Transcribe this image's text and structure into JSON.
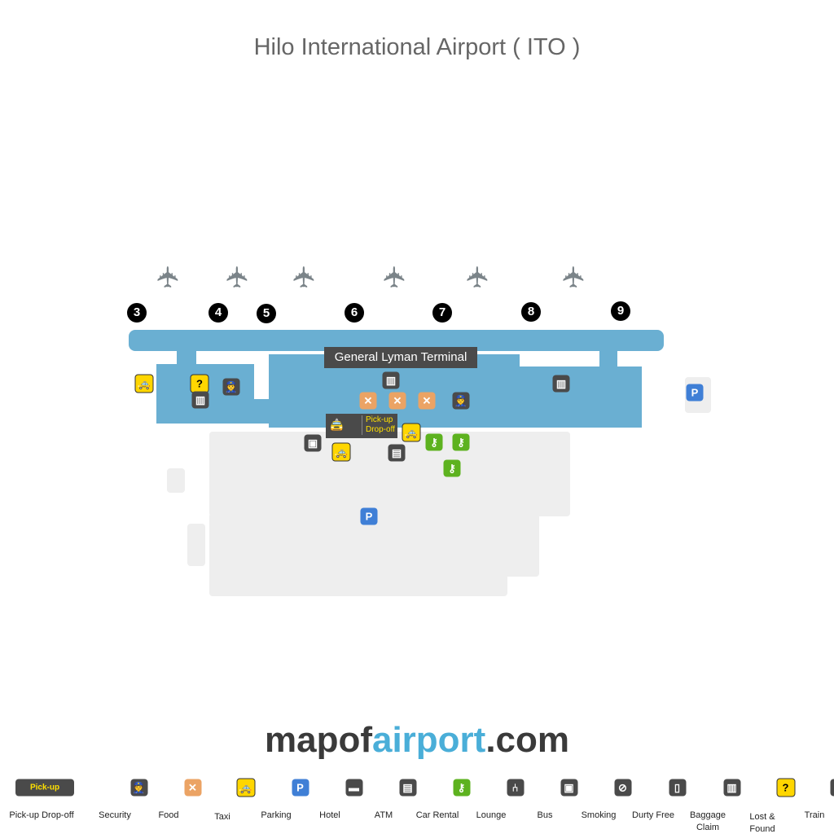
{
  "title": "Hilo International Airport ( ITO )",
  "terminal_label": "General Lyman Terminal",
  "gates": [
    "3",
    "4",
    "5",
    "6",
    "7",
    "8",
    "9"
  ],
  "pickup": {
    "line1": "Pick-up",
    "line2": "Drop-off"
  },
  "logo": {
    "part1": "mapof",
    "part2": "airport",
    "part3": ".com"
  },
  "colors": {
    "terminal": "#6aafd2",
    "lot": "#eeeeee",
    "food": "#eba364",
    "taxi": "#ffd600",
    "parking": "#3f7fd6",
    "car_rental": "#5db21f",
    "logo_accent": "#4aaed8"
  },
  "legend": [
    {
      "label": "Pick-up Drop-off",
      "icon": "pickup-dropoff-icon"
    },
    {
      "label": "Security",
      "icon": "security-icon"
    },
    {
      "label": "Food",
      "icon": "food-icon"
    },
    {
      "label": "Taxi",
      "icon": "taxi-icon"
    },
    {
      "label": "Parking",
      "icon": "parking-icon"
    },
    {
      "label": "Hotel",
      "icon": "hotel-icon"
    },
    {
      "label": "ATM",
      "icon": "atm-icon"
    },
    {
      "label": "Car Rental",
      "icon": "car-rental-icon"
    },
    {
      "label": "Lounge",
      "icon": "lounge-icon"
    },
    {
      "label": "Bus",
      "icon": "bus-icon"
    },
    {
      "label": "Smoking",
      "icon": "smoking-icon"
    },
    {
      "label": "Durty Free",
      "icon": "duty-free-icon"
    },
    {
      "label": "Baggage Claim",
      "icon": "baggage-claim-icon"
    },
    {
      "label": "Lost & Found",
      "icon": "lost-found-icon"
    },
    {
      "label": "Train",
      "icon": "train-icon"
    }
  ],
  "glyphs": {
    "parking": "P",
    "food": "✕",
    "taxi": "🚕",
    "security": "👮",
    "baggage": "▥",
    "lost": "?",
    "bus": "▣",
    "atm": "▤",
    "car": "⚷",
    "hotel": "▬",
    "lounge": "⑃",
    "smoking": "⊘",
    "duty": "▯",
    "train": "▦",
    "plane": "✈",
    "pickup": "🚖"
  }
}
